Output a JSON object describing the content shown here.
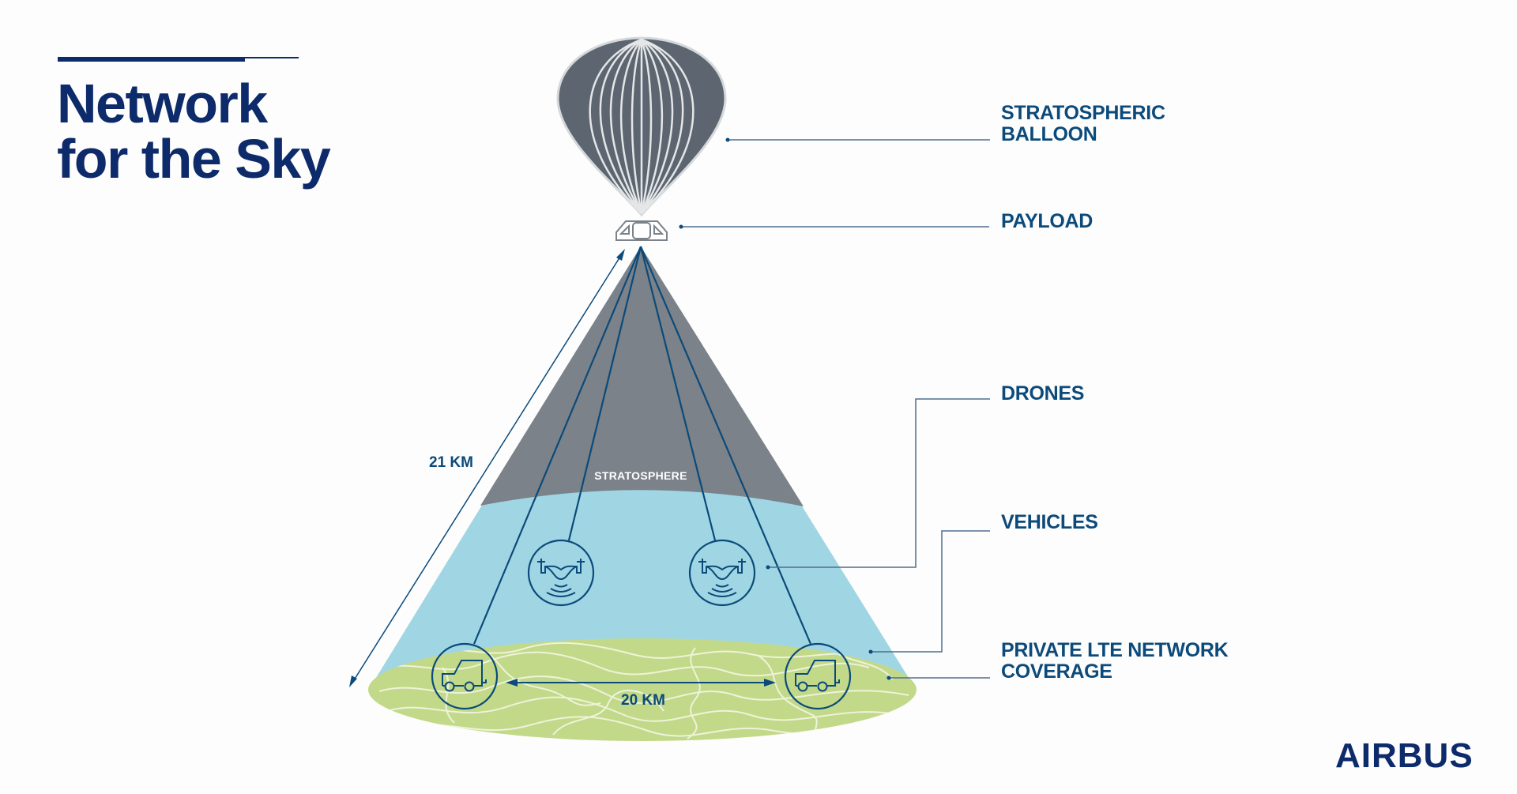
{
  "title": {
    "line1": "Network",
    "line2": "for the Sky"
  },
  "labels": {
    "balloon": {
      "line1": "STRATOSPHERIC",
      "line2": "BALLOON"
    },
    "payload": "PAYLOAD",
    "drones": "DRONES",
    "vehicles": "VEHICLES",
    "coverage": {
      "line1": "PRIVATE LTE NETWORK",
      "line2": "COVERAGE"
    }
  },
  "diagram": {
    "stratosphere_label": "STRATOSPHERE",
    "altitude_label": "21 KM",
    "coverage_width_label": "20 KM",
    "icons": [
      "balloon-icon",
      "payload-icon",
      "drone-icon",
      "drone-icon",
      "vehicle-icon",
      "vehicle-icon"
    ]
  },
  "colors": {
    "navy": "#0d2a6b",
    "line_blue": "#0b4a7a",
    "stratosphere_gray": "#7b8289",
    "sky_blue": "#a0d6e4",
    "ground_green": "#c2d98a",
    "balloon_gray": "#5d6670"
  },
  "logo": "AIRBUS"
}
